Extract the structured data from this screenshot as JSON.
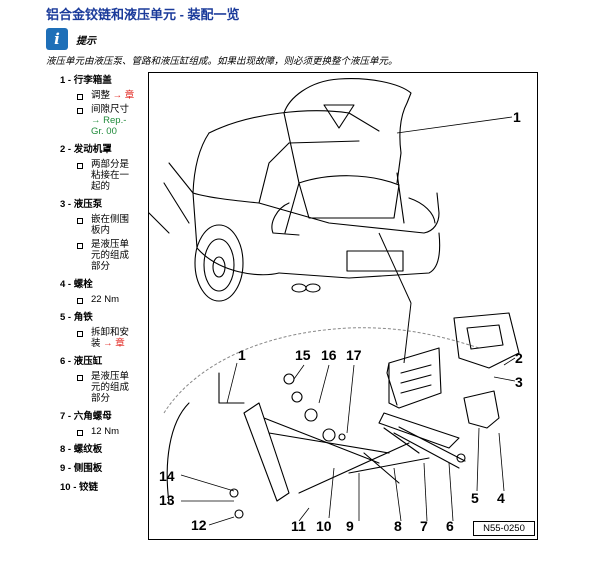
{
  "page_title": "铝合金铰链和液压单元 - 装配一览",
  "note": {
    "icon": "info-icon",
    "label": "提示",
    "text": "液压单元由液压泵、管路和液压缸组成。如果出现故障，则必须更换整个液压单元。"
  },
  "items": [
    {
      "number": "1 -",
      "title": "行李箱盖",
      "subs": [
        {
          "text": "调整",
          "ref": "→ 章",
          "ref_color": "red"
        },
        {
          "text": "间隙尺寸",
          "ref": "→ Rep.-Gr. 00",
          "ref_color": "green"
        }
      ]
    },
    {
      "number": "2 -",
      "title": "发动机罩",
      "subs": [
        {
          "text": "两部分是粘接在一起的",
          "ref": "",
          "ref_color": ""
        }
      ]
    },
    {
      "number": "3 -",
      "title": "液压泵",
      "subs": [
        {
          "text": "嵌在侧围板内",
          "ref": "",
          "ref_color": ""
        },
        {
          "text": "是液压单元的组成部分",
          "ref": "",
          "ref_color": ""
        }
      ]
    },
    {
      "number": "4 -",
      "title": "螺栓",
      "subs": [
        {
          "text": "22 Nm",
          "ref": "",
          "ref_color": ""
        }
      ]
    },
    {
      "number": "5 -",
      "title": "角铁",
      "subs": [
        {
          "text": "拆卸和安装",
          "ref": "→ 章",
          "ref_color": "red"
        }
      ]
    },
    {
      "number": "6 -",
      "title": "液压缸",
      "subs": [
        {
          "text": "是液压单元的组成部分",
          "ref": "",
          "ref_color": ""
        }
      ]
    },
    {
      "number": "7 -",
      "title": "六角螺母",
      "subs": [
        {
          "text": "12 Nm",
          "ref": "",
          "ref_color": ""
        }
      ]
    },
    {
      "number": "8 -",
      "title": "螺纹板",
      "subs": []
    },
    {
      "number": "9 -",
      "title": "侧围板",
      "subs": []
    },
    {
      "number": "10 -",
      "title": "铰链",
      "subs": []
    }
  ],
  "figure": {
    "code": "N55-0250",
    "callouts": [
      "1",
      "2",
      "3",
      "1",
      "15",
      "16",
      "17",
      "14",
      "13",
      "12",
      "11",
      "10",
      "9",
      "8",
      "7",
      "6",
      "5",
      "4"
    ]
  }
}
